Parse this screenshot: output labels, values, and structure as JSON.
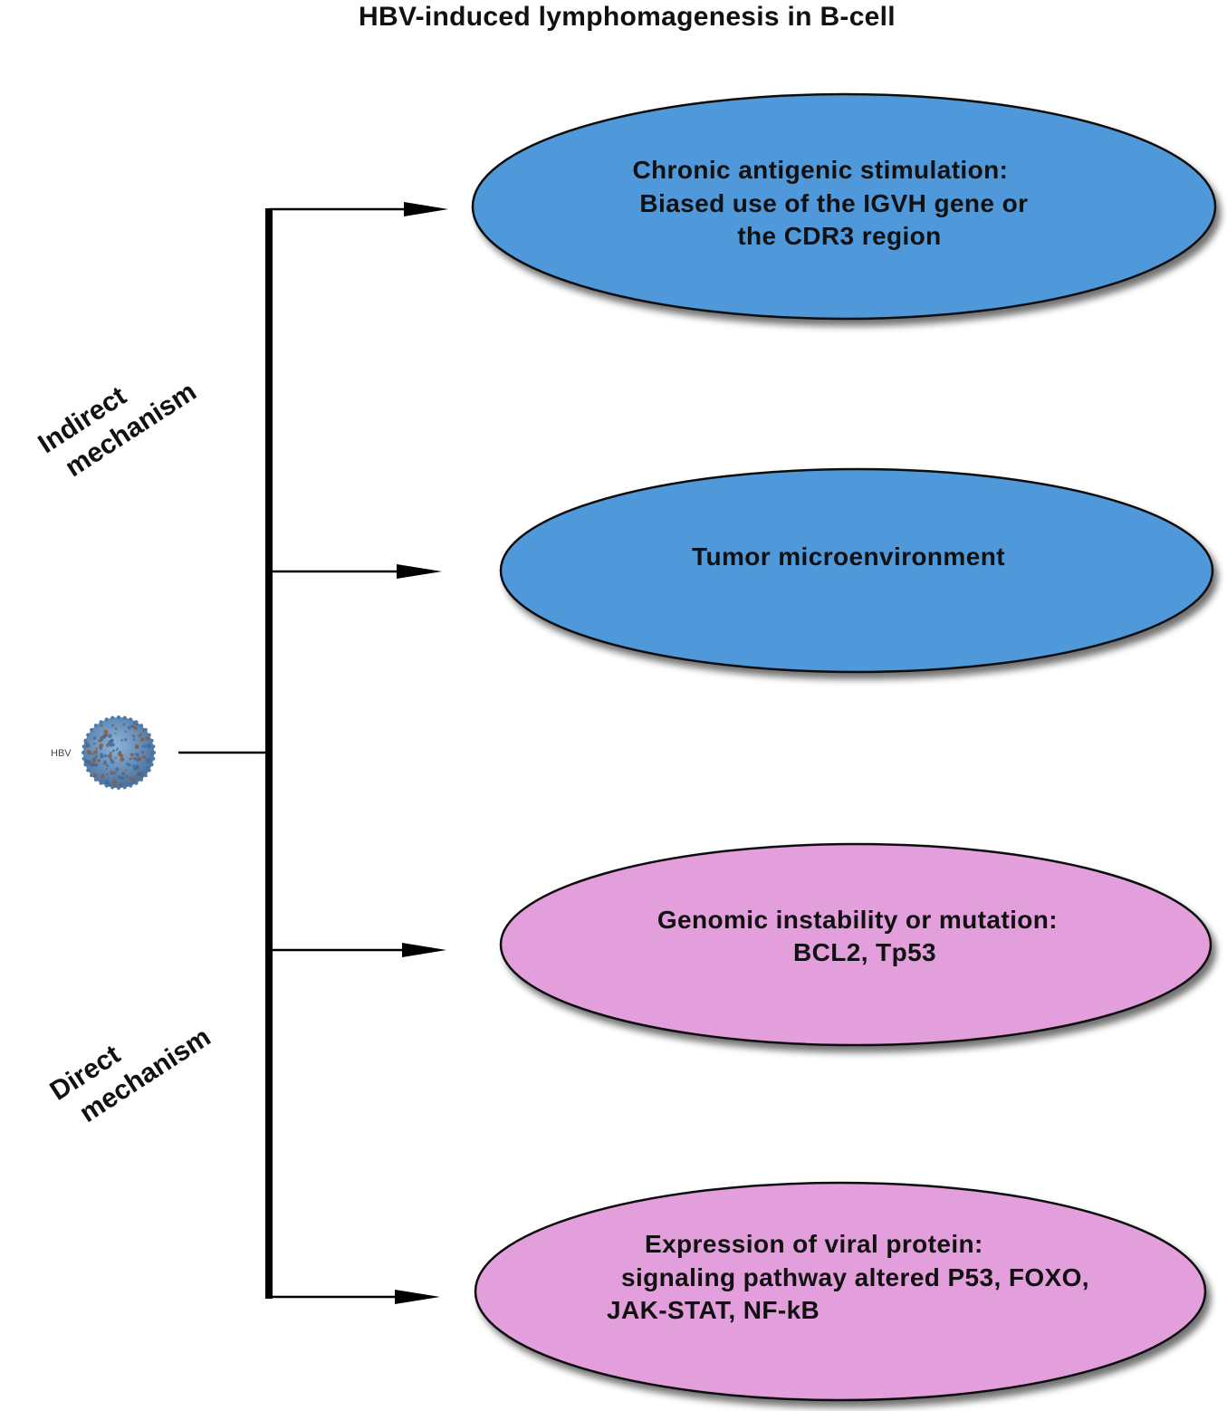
{
  "title": "HBV-induced lymphomagenesis in B-cell",
  "source": {
    "label": "HBV",
    "icon": "hbv-virus-particle-icon"
  },
  "groups": [
    {
      "id": "indirect",
      "lines": [
        "Indirect",
        "mechanism"
      ]
    },
    {
      "id": "direct",
      "lines": [
        "Direct",
        "mechanism"
      ]
    }
  ],
  "nodes": [
    {
      "id": "chronic-antigenic-stimulation",
      "group": "indirect",
      "color": "#4f98da",
      "lines": [
        "Chronic antigenic stimulation:",
        "Biased use of the IGVH gene or",
        "the CDR3 region"
      ]
    },
    {
      "id": "tumor-microenvironment",
      "group": "indirect",
      "color": "#4f98da",
      "lines": [
        "Tumor microenvironment"
      ]
    },
    {
      "id": "genomic-instability",
      "group": "direct",
      "color": "#e39edc",
      "lines": [
        "Genomic instability or mutation:",
        "BCL2, Tp53"
      ]
    },
    {
      "id": "viral-protein-expression",
      "group": "direct",
      "color": "#e39edc",
      "lines": [
        "Expression of viral protein:",
        "signaling pathway altered P53, FOXO,",
        "JAK-STAT, NF-kB"
      ]
    }
  ],
  "colors": {
    "indirect": "#4f98da",
    "direct": "#e39edc",
    "outline": "#111111",
    "connector": "#000000"
  }
}
